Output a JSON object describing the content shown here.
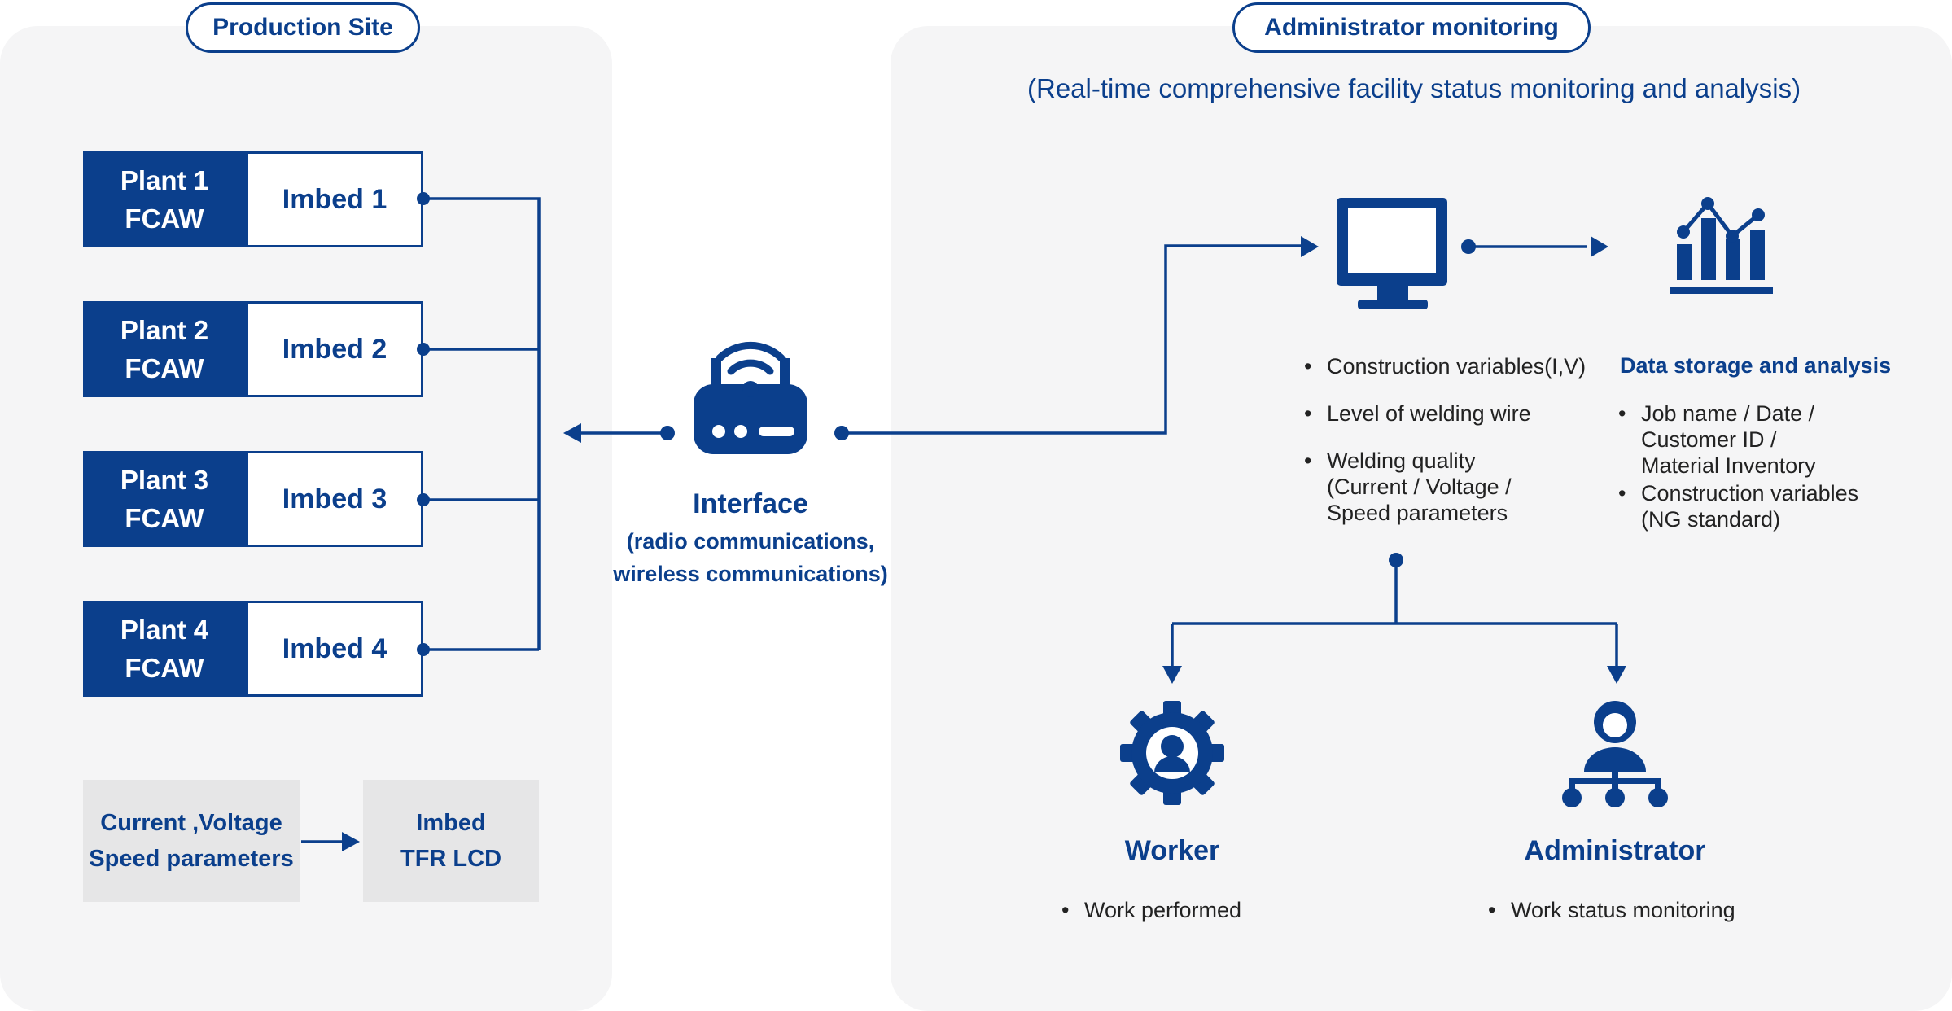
{
  "production_site": {
    "title": "Production Site",
    "plants": [
      {
        "line1": "Plant 1",
        "line2": "FCAW",
        "imbed": "Imbed 1"
      },
      {
        "line1": "Plant 2",
        "line2": "FCAW",
        "imbed": "Imbed 2"
      },
      {
        "line1": "Plant 3",
        "line2": "FCAW",
        "imbed": "Imbed 3"
      },
      {
        "line1": "Plant 4",
        "line2": "FCAW",
        "imbed": "Imbed 4"
      }
    ],
    "source_box": {
      "line1": "Current ,Voltage",
      "line2": "Speed parameters"
    },
    "target_box": {
      "line1": "Imbed",
      "line2": "TFR LCD"
    }
  },
  "interface": {
    "title": "Interface",
    "line1": "(radio communications,",
    "line2": "wireless communications)",
    "icon": "router-wifi-icon"
  },
  "admin_monitoring": {
    "title": "Administrator monitoring",
    "subtitle": "(Real-time comprehensive facility status monitoring and analysis)",
    "monitor_icon": "monitor-icon",
    "chart_icon": "bar-chart-icon",
    "monitor_items": [
      "Construction variables(I,V)",
      "Level of welding wire",
      "Welding quality (Current / Voltage / Speed parameters"
    ],
    "data_storage": {
      "title": "Data storage and analysis",
      "items": [
        "Job name / Date / Customer ID / Material Inventory",
        "Construction variables (NG standard)"
      ]
    },
    "worker": {
      "title": "Worker",
      "icon": "worker-gear-icon",
      "item": "Work performed"
    },
    "administrator": {
      "title": "Administrator",
      "icon": "administrator-network-icon",
      "item": "Work status monitoring"
    }
  },
  "colors": {
    "primary": "#0b3f8c",
    "panel": "#f5f5f6",
    "grey_box": "#e6e6e7"
  }
}
